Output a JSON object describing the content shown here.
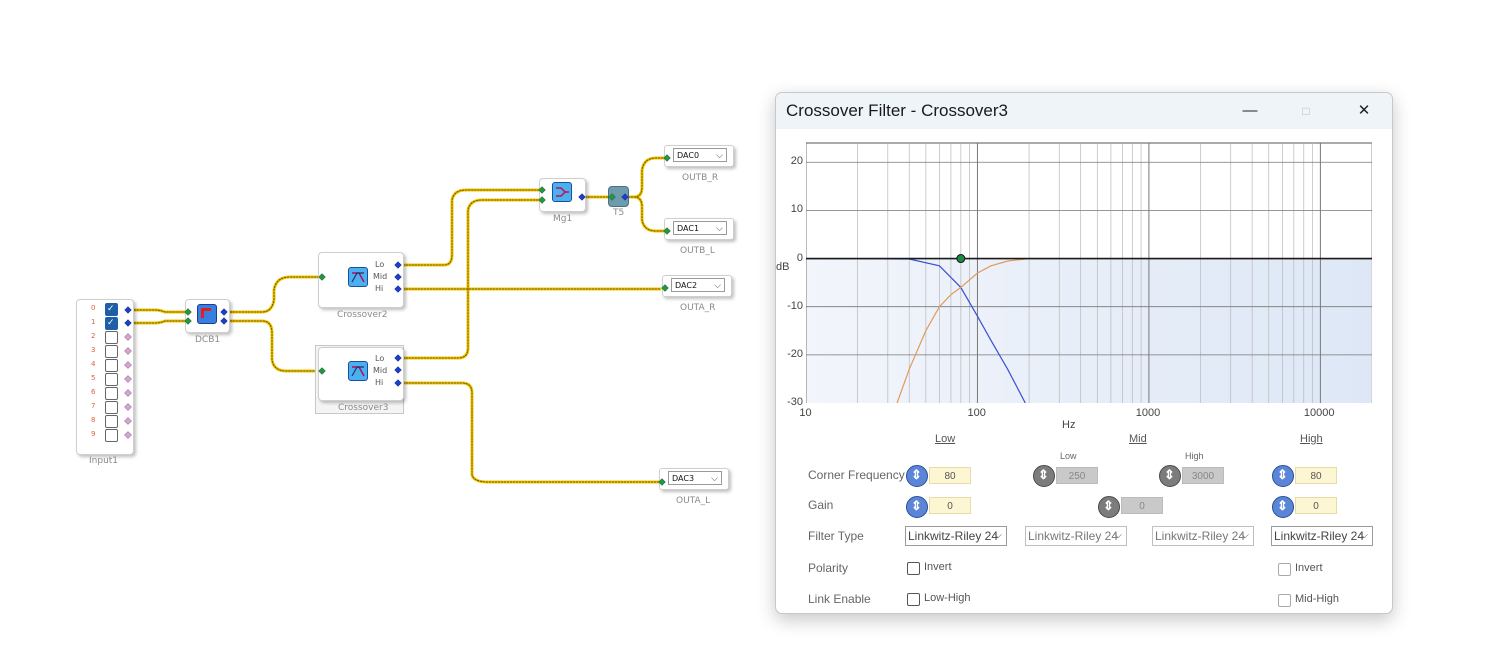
{
  "canvas": {
    "input_block": {
      "label": "Input1",
      "channels": [
        "0",
        "1",
        "2",
        "3",
        "4",
        "5",
        "6",
        "7",
        "8",
        "9"
      ],
      "checked": [
        true,
        true,
        false,
        false,
        false,
        false,
        false,
        false,
        false,
        false
      ]
    },
    "dcb_block": {
      "label": "DCB1"
    },
    "crossover2": {
      "label": "Crossover2",
      "ports": [
        "Lo",
        "Mid",
        "Hi"
      ]
    },
    "crossover3": {
      "label": "Crossover3",
      "ports": [
        "Lo",
        "Mid",
        "Hi"
      ]
    },
    "merge_block": {
      "label": "Mg1"
    },
    "t_block": {
      "label": "T5"
    },
    "dacs": [
      {
        "value": "DAC0",
        "label": "OUTB_R"
      },
      {
        "value": "DAC1",
        "label": "OUTB_L"
      },
      {
        "value": "DAC2",
        "label": "OUTA_R"
      },
      {
        "value": "DAC3",
        "label": "OUTA_L"
      }
    ],
    "wire_color": "#f5c400"
  },
  "dialog": {
    "title": "Crossover Filter - Crossover3",
    "minimize": "—",
    "maximize": "□",
    "close": "✕",
    "chart_data": {
      "type": "line",
      "xscale": "log",
      "xlim": [
        10,
        20000
      ],
      "ylim": [
        -30,
        24
      ],
      "xlabel": "Hz",
      "ylabel": "dB",
      "xticks": [
        "10",
        "100",
        "1000",
        "10000"
      ],
      "yticks": [
        "20",
        "10",
        "0",
        "-10",
        "-20",
        "-30"
      ],
      "grid": true,
      "series": [
        {
          "color": "#3a50d0",
          "x": [
            10,
            20,
            40,
            60,
            80,
            100,
            120,
            150,
            190
          ],
          "y": [
            0,
            0,
            -0.1,
            -1.5,
            -6,
            -12,
            -17,
            -23,
            -30
          ]
        },
        {
          "color": "#e09a5a",
          "x": [
            34,
            40,
            50,
            60,
            70,
            80,
            100,
            120,
            150,
            200,
            20000
          ],
          "y": [
            -30,
            -23,
            -15,
            -10,
            -7.5,
            -6,
            -3,
            -1.5,
            -0.5,
            0,
            0
          ]
        },
        {
          "color": "#1a1a1a",
          "x": [
            10,
            20000
          ],
          "y": [
            0,
            0
          ]
        }
      ],
      "marker": {
        "x": 80,
        "y": 0
      }
    },
    "columns": {
      "low": "Low",
      "mid": "Mid",
      "high": "High",
      "mid_low_sub": "Low",
      "mid_high_sub": "High"
    },
    "rows": {
      "corner": "Corner Frequency",
      "gain": "Gain",
      "filter_type": "Filter Type",
      "polarity": "Polarity",
      "link": "Link Enable"
    },
    "values": {
      "low_freq": "80",
      "mid_low_freq": "250",
      "mid_high_freq": "3000",
      "high_freq": "80",
      "low_gain": "0",
      "mid_gain": "0",
      "high_gain": "0"
    },
    "filter_types": [
      "Linkwitz-Riley 24",
      "Linkwitz-Riley 24",
      "Linkwitz-Riley 24",
      "Linkwitz-Riley 24"
    ],
    "checkboxes": {
      "low_invert": "Invert",
      "high_invert": "Invert",
      "low_high": "Low-High",
      "mid_high": "Mid-High"
    }
  }
}
